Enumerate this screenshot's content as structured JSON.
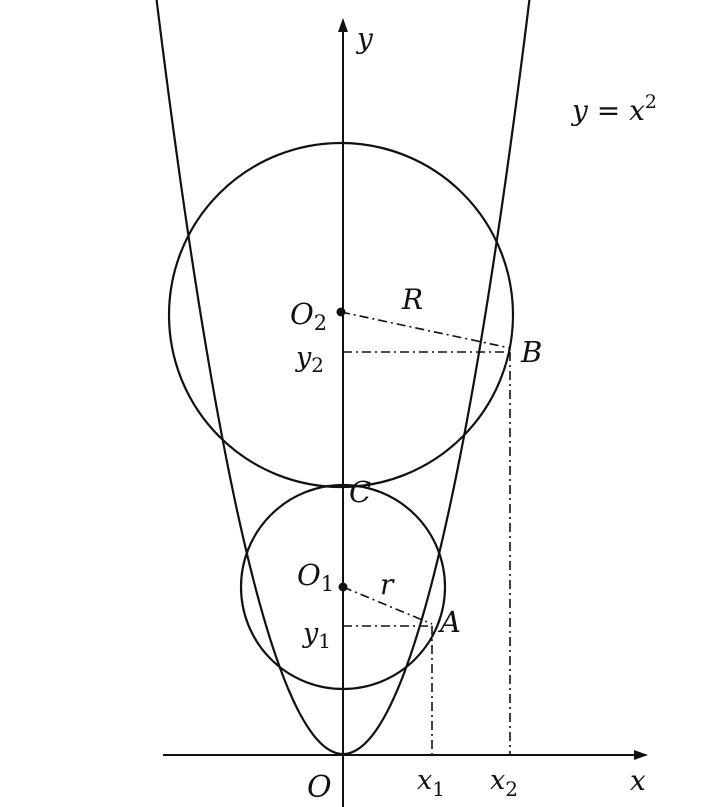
{
  "axes": {
    "x_label": "x",
    "y_label": "y",
    "origin_label": "O"
  },
  "curve": {
    "equation_lhs": "y",
    "equation_eq": " = ",
    "equation_var": "x",
    "equation_exp": "2"
  },
  "points": {
    "O2": {
      "base": "O",
      "sub": "2"
    },
    "O1": {
      "base": "O",
      "sub": "1"
    },
    "B": "B",
    "A": "A",
    "C": "C"
  },
  "radii": {
    "big": "R",
    "small": "r"
  },
  "coords": {
    "y2": {
      "base": "y",
      "sub": "2"
    },
    "y1": {
      "base": "y",
      "sub": "1"
    },
    "x1": {
      "base": "x",
      "sub": "1"
    },
    "x2": {
      "base": "x",
      "sub": "2"
    }
  },
  "colors": {
    "stroke": "#111111",
    "background": "#ffffff"
  }
}
